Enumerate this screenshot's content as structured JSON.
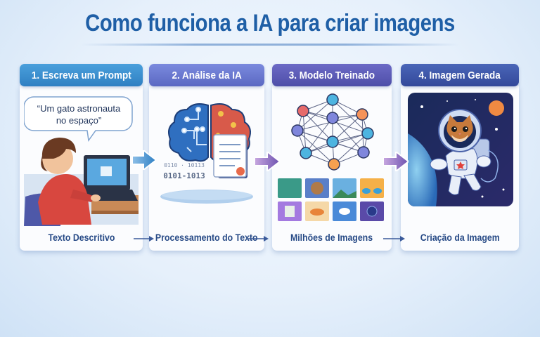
{
  "title": "Como funciona a IA para criar imagens",
  "steps": [
    {
      "label": "1. Escreva um Prompt",
      "color": "#3a8ecf",
      "caption": "Texto Descritivo",
      "speech_bubble": [
        "“Um gato astronauta",
        "no espaço”"
      ],
      "illustration": "person-typing-on-laptop"
    },
    {
      "label": "2. Análise da IA",
      "color": "#6677cf",
      "caption": "Processamento do Texto",
      "binary_text": [
        "0110 · 10113",
        "0101-1013"
      ],
      "illustration": "brain-circuit-with-document"
    },
    {
      "label": "3. Modelo Treinado",
      "color": "#5b5fb8",
      "caption": "Milhões de Imagens",
      "illustration": "neural-network-and-image-grid"
    },
    {
      "label": "4. Imagem Gerada",
      "color": "#3a55a8",
      "caption": "Criação da Imagem",
      "illustration": "cat-astronaut-in-space"
    }
  ],
  "colors": {
    "title": "#1f5fa6",
    "caption": "#274a86",
    "arrow_blue": "#2e7fc4",
    "arrow_purple": "#6e52b0"
  }
}
